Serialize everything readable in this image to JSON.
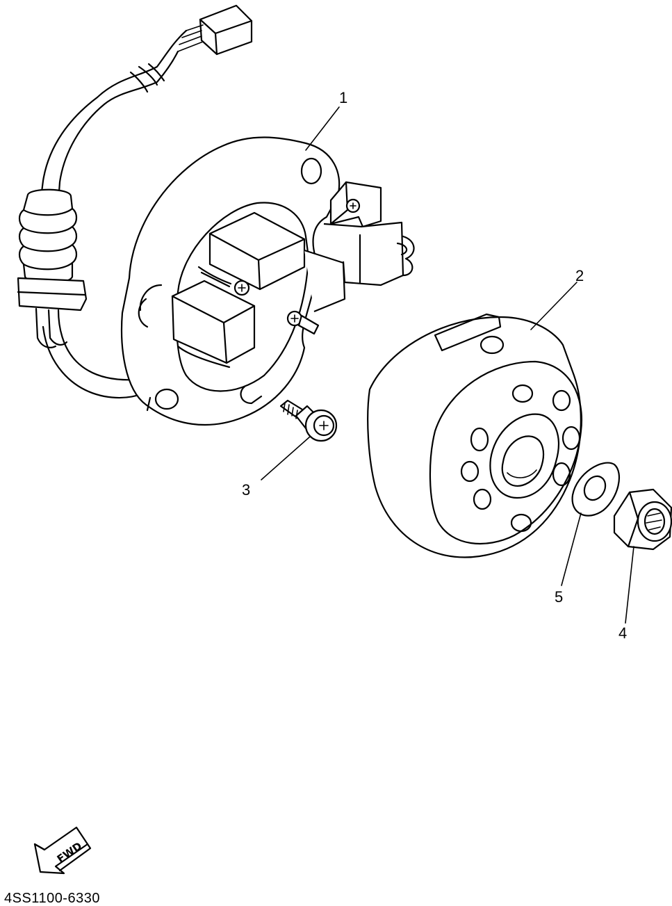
{
  "callouts": [
    {
      "id": "1",
      "label": "1"
    },
    {
      "id": "2",
      "label": "2"
    },
    {
      "id": "3",
      "label": "3"
    },
    {
      "id": "4",
      "label": "4"
    },
    {
      "id": "5",
      "label": "5"
    }
  ],
  "direction_arrow": {
    "label": "FWD"
  },
  "figure_code": "4SS1100-6330"
}
